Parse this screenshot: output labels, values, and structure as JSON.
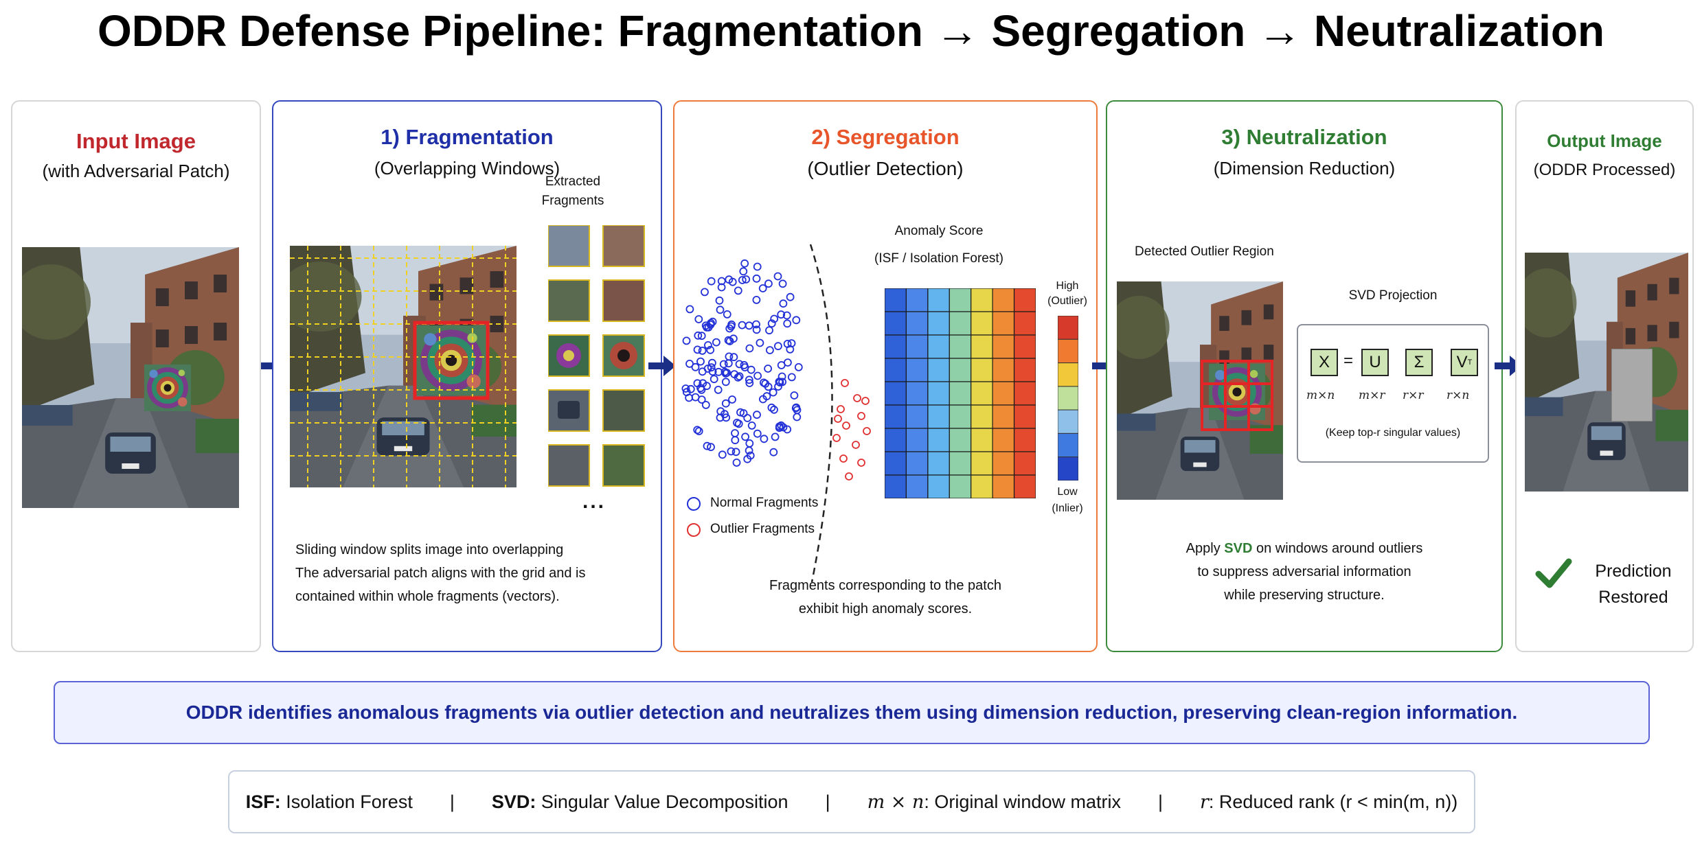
{
  "title": "ODDR Defense Pipeline: Fragmentation → Segregation → Neutralization",
  "input": {
    "title": "Input Image",
    "subtitle": "(with Adversarial Patch)"
  },
  "fragmentation": {
    "title": "1) Fragmentation",
    "subtitle": "(Overlapping Windows)",
    "extracted_line1": "Extracted",
    "extracted_line2": "Fragments",
    "ellipsis": "...",
    "caption_line1": "Sliding window splits image into overlapping",
    "caption_line2": "The adversarial patch aligns with the grid and is",
    "caption_line3": "contained within whole fragments (vectors)."
  },
  "segregation": {
    "title": "2) Segregation",
    "subtitle": "(Outlier Detection)",
    "score_title": "Anomaly Score",
    "score_subtitle": "(ISF / Isolation Forest)",
    "high_line1": "High",
    "high_line2": "(Outlier)",
    "low_line1": "Low",
    "low_line2": "(Inlier)",
    "legend_normal": "Normal Fragments",
    "legend_outlier": "Outlier Fragments",
    "caption_line1": "Fragments corresponding to the patch",
    "caption_line2": "exhibit high anomaly scores."
  },
  "neutralization": {
    "title": "3) Neutralization",
    "subtitle": "(Dimension Reduction)",
    "detected": "Detected Outlier Region",
    "svd_title": "SVD Projection",
    "eq_x": "X",
    "eq_eq": "=",
    "eq_u": "U",
    "eq_s": "Σ",
    "eq_v": "V",
    "dim_x": "m×n",
    "dim_u": "m×r",
    "dim_s": "r×r",
    "dim_v": "r×n",
    "keep": "(Keep top-r singular values)",
    "caption_pre": "Apply",
    "caption_svd": "SVD",
    "caption_post": "on windows around outliers",
    "caption_line2": "to suppress adversarial information",
    "caption_line3": "while preserving structure."
  },
  "output": {
    "title": "Output Image",
    "subtitle": "(ODDR Processed)",
    "prediction_line1": "Prediction",
    "prediction_line2": "Restored"
  },
  "banner": "ODDR identifies anomalous fragments via outlier detection and neutralizes them using dimension reduction, preserving clean-region information.",
  "legend": {
    "isf_key": "ISF:",
    "isf_val": "Isolation Forest",
    "svd_key": "SVD:",
    "svd_val": "Singular Value Decomposition",
    "mn_key": "m × n",
    "mn_val": ": Original window matrix",
    "r_key": "r",
    "r_val": ": Reduced rank (r < min(m, n))",
    "sep": "|"
  },
  "colors": {
    "input": "#c0282d",
    "frag": "#1f2fa8",
    "seg": "#e8552a",
    "neut": "#2e7d32",
    "arrow": "#1b2f86",
    "normal": "#2230d8",
    "outlier": "#e03030"
  }
}
